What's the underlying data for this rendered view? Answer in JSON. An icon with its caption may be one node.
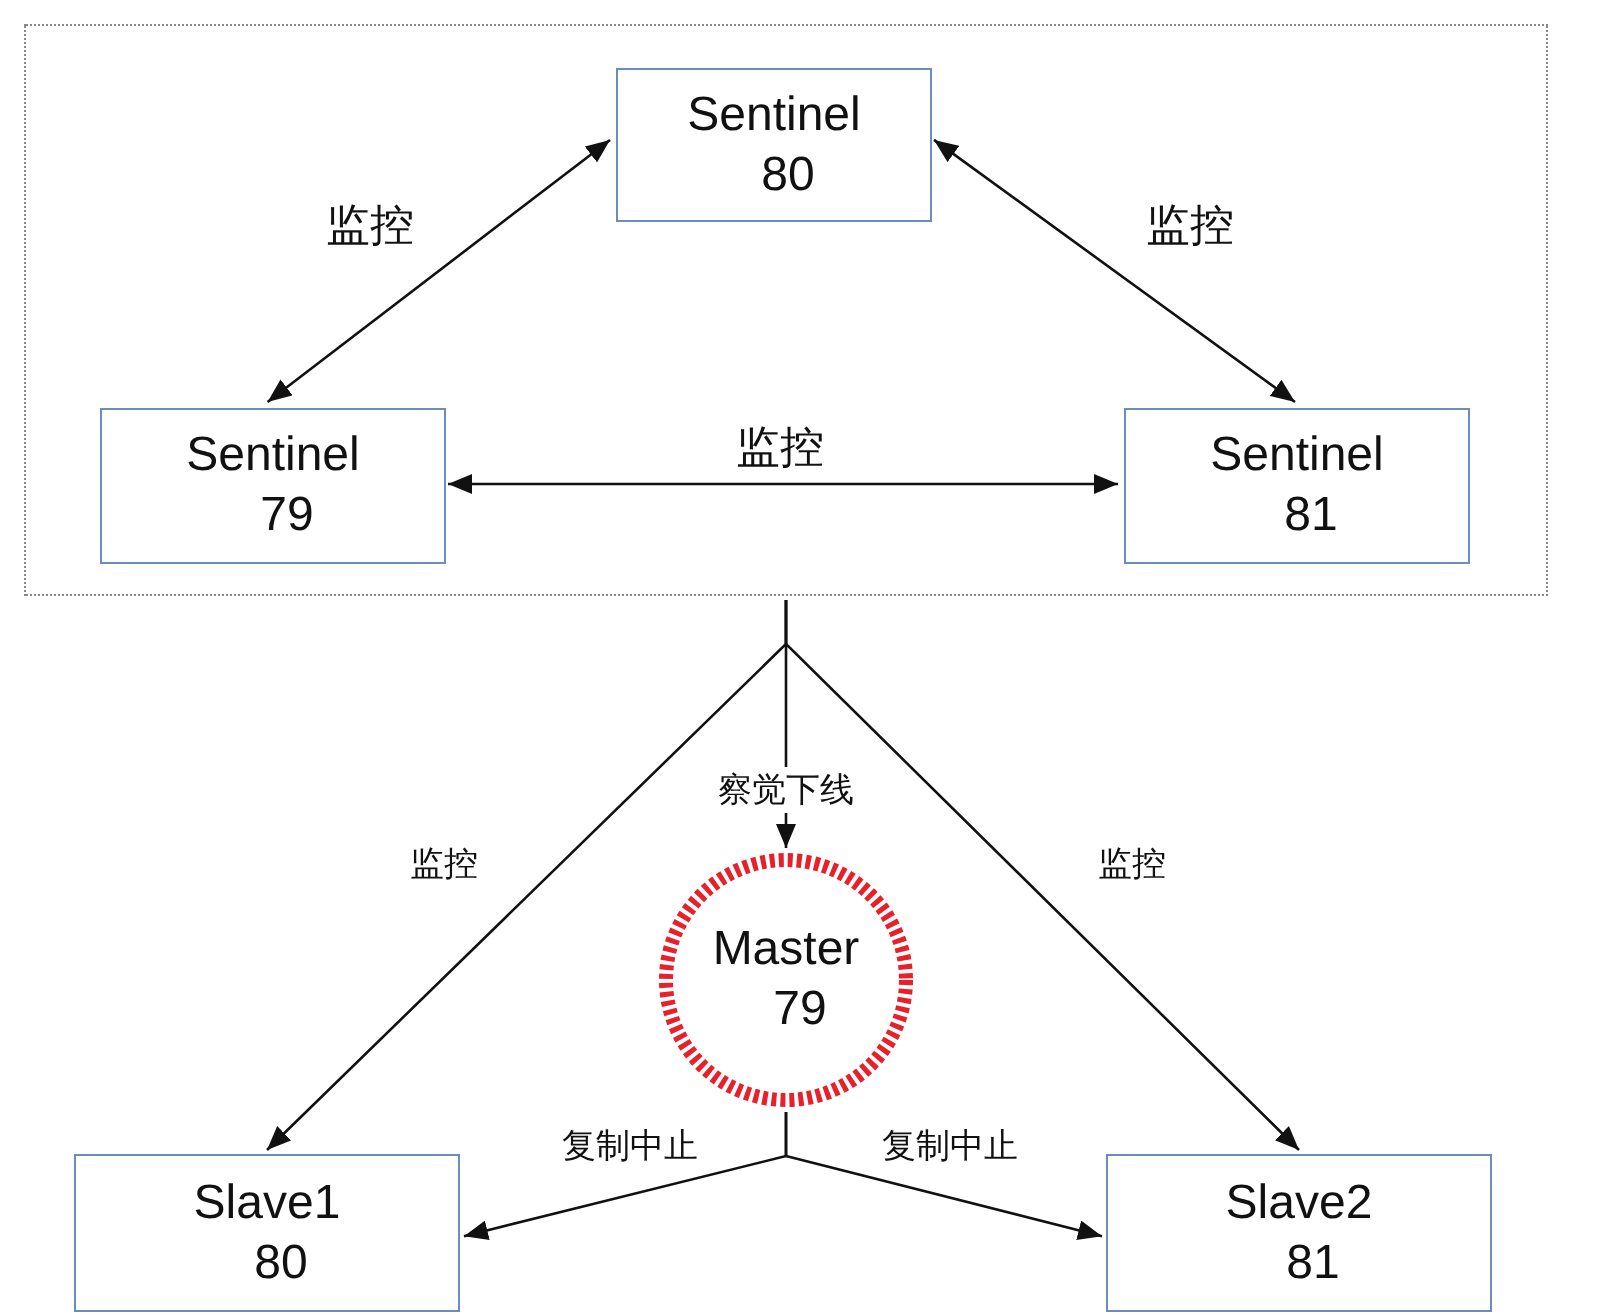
{
  "diagram": {
    "nodes": [
      {
        "text": [],
        "shape": "box"
      },
      {
        "text": [
          "Sentinel",
          "80"
        ],
        "in": 0
      },
      {
        "text": [
          "Sentinel",
          "79"
        ],
        "in": 0
      },
      {
        "text": [
          "Sentinel",
          "81"
        ],
        "in": 0
      },
      {
        "text": [
          "Master",
          "79"
        ]
      },
      {
        "text": [
          "Slave1",
          "80"
        ]
      },
      {
        "text": [
          "Slave2",
          "81"
        ]
      }
    ],
    "edges": [
      {
        "from": 1,
        "to": 2,
        "arrow": "both",
        "label": "监控"
      },
      {
        "from": 1,
        "to": 3,
        "arrow": "both",
        "label": "监控"
      },
      {
        "from": 2,
        "to": 3,
        "arrow": "both",
        "label": "监控"
      },
      {
        "from": 0,
        "to": 5,
        "arrow": "to",
        "label": "监控"
      },
      {
        "from": 0,
        "to": 4,
        "arrow": "to",
        "label": "察觉下线"
      },
      {
        "from": 0,
        "to": 6,
        "arrow": "to",
        "label": "监控"
      },
      {
        "from": 4,
        "to": 5,
        "arrow": "to",
        "label": "复制中止"
      },
      {
        "from": 4,
        "to": 6,
        "arrow": "to",
        "label": "复制中止"
      }
    ]
  }
}
